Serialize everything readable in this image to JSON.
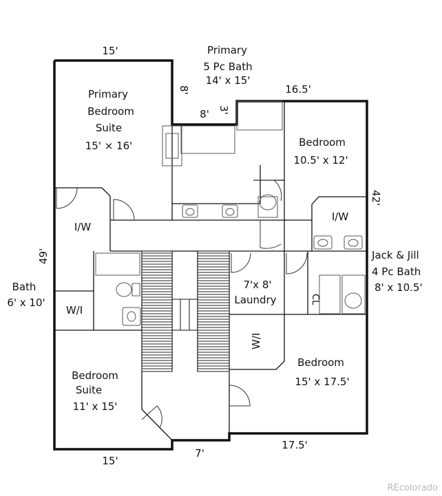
{
  "dimensions": {
    "top_width": "15'",
    "bottom_left_width": "15'",
    "bottom_gap": "7'",
    "bottom_right_width": "17.5'",
    "right_top_width": "16.5'",
    "left_height": "49'",
    "right_height": "42'",
    "notch_8_vertical": "8'",
    "notch_8_horizontal": "8'",
    "notch_3": "3'"
  },
  "rooms": {
    "primary_suite": {
      "line1": "Primary",
      "line2": "Bedroom",
      "line3": "Suite",
      "size": "15'  × 16'"
    },
    "primary_bath": {
      "line1": "Primary",
      "line2": "5 Pc   Bath",
      "size": "14' x 15'"
    },
    "bedroom_ne": {
      "name": "Bedroom",
      "size": "10.5'  x 12'"
    },
    "jack_jill": {
      "line1": "Jack & Jill",
      "line2": "4 Pc   Bath",
      "size": "8'  x  10.5'"
    },
    "bath_left": {
      "name": "Bath",
      "size": "6' x 10'"
    },
    "laundry": {
      "size": "7'x 8'",
      "name": "Laundry"
    },
    "bedroom_se": {
      "name": "Bedroom",
      "size": "15'  x 17.5'"
    },
    "bedroom_suite_sw": {
      "line1": "Bedroom",
      "line2": "Suite",
      "size": "11'  x 15'"
    }
  },
  "closets": {
    "wi_left": "I/W",
    "wi_right": "I/W",
    "wi_small": "W/I",
    "wi_se": "W/I",
    "cl": "CL"
  },
  "watermark": "REcolorado"
}
